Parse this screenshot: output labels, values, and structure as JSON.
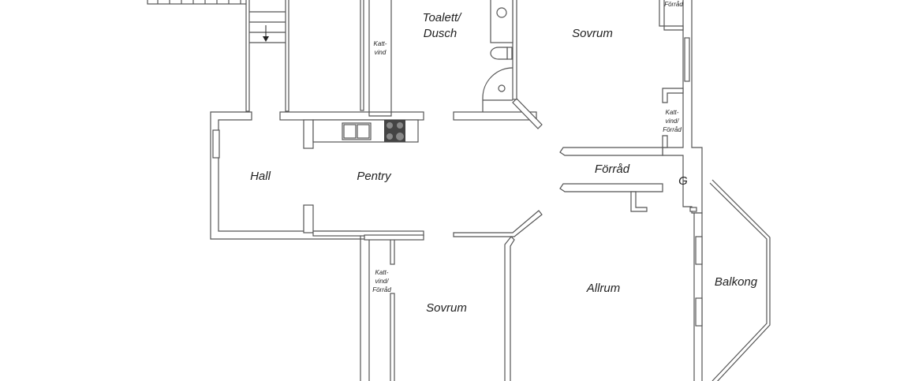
{
  "rooms": {
    "bath_line1": "Toalett/",
    "bath_line2": "Dusch",
    "bedroom_top": "Sovrum",
    "hall": "Hall",
    "pentry": "Pentry",
    "storage": "Förråd",
    "g": "G",
    "bedroom_bottom": "Sovrum",
    "living": "Allrum",
    "balcony": "Balkong"
  },
  "small_labels": {
    "attic_top": [
      "Katt-",
      "vind"
    ],
    "attic_right_top": "Förråd",
    "attic_right": [
      "Katt-",
      "vind/",
      "Förråd"
    ],
    "attic_bottom": [
      "Katt-",
      "vind/",
      "Förråd"
    ]
  }
}
